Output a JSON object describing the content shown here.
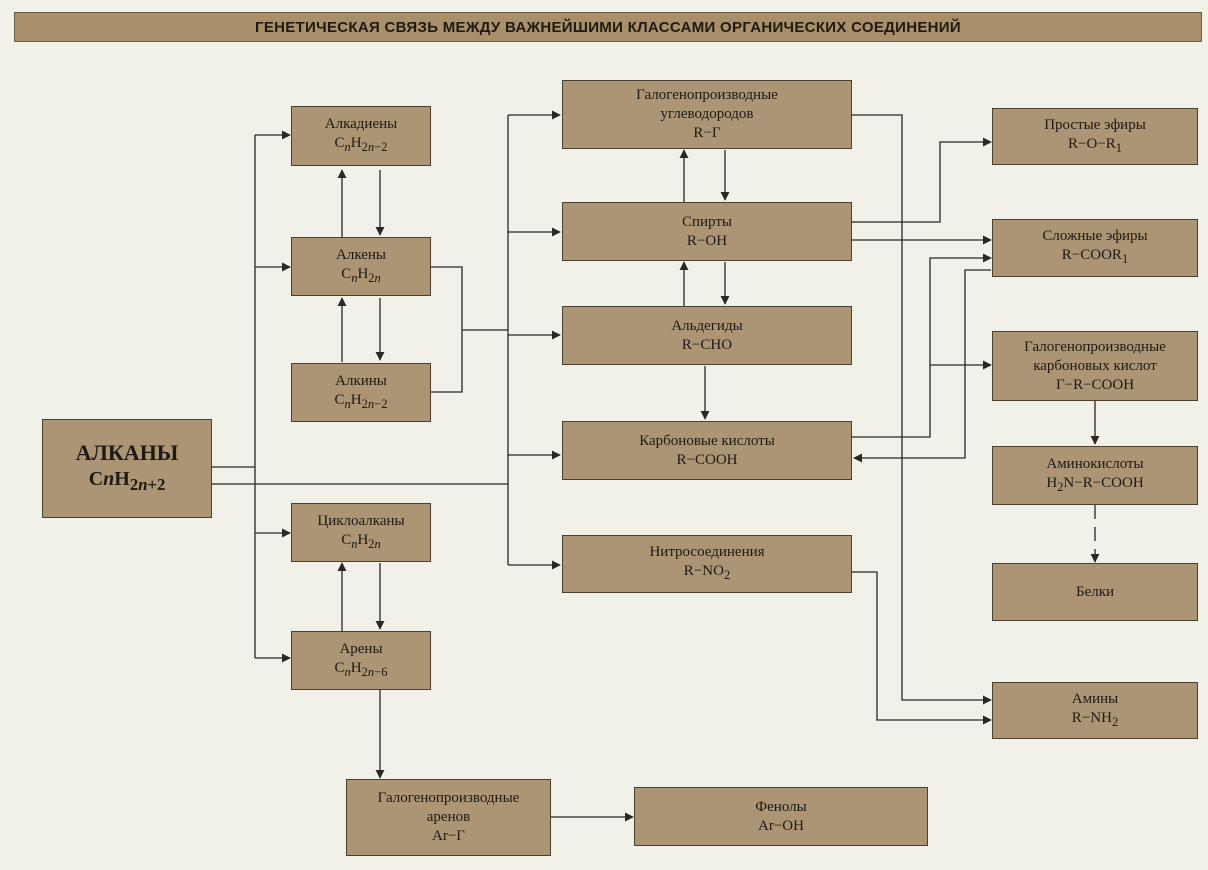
{
  "title": "ГЕНЕТИЧЕСКАЯ СВЯЗЬ МЕЖДУ ВАЖНЕЙШИМИ КЛАССАМИ ОРГАНИЧЕСКИХ СОЕДИНЕНИЙ",
  "colors": {
    "box_fill": "#ab9574",
    "title_fill": "#a98f6a",
    "line": "#2b2722",
    "background": "#f1f0e9"
  },
  "nodes": {
    "alkanes": {
      "name": "АЛКАНЫ",
      "formula": "C<i>n</i>H<sub>2<i>n</i>+2</sub>"
    },
    "alkadienes": {
      "name": "Алкадиены",
      "formula": "C<sub><i>n</i></sub>H<sub>2<i>n</i>−2</sub>"
    },
    "alkenes": {
      "name": "Алкены",
      "formula": "C<sub><i>n</i></sub>H<sub>2<i>n</i></sub>"
    },
    "alkynes": {
      "name": "Алкины",
      "formula": "C<sub><i>n</i></sub>H<sub>2<i>n</i>−2</sub>"
    },
    "cycloalkanes": {
      "name": "Циклоалканы",
      "formula": "C<sub><i>n</i></sub>H<sub>2<i>n</i></sub>"
    },
    "arenes": {
      "name": "Арены",
      "formula": "C<sub><i>n</i></sub>H<sub>2<i>n</i>−6</sub>"
    },
    "haloarenes": {
      "name": "Галогенопроизводные<br>аренов",
      "formula": "Ar−Г"
    },
    "phenols": {
      "name": "Фенолы",
      "formula": "Ar−OH"
    },
    "halohydrocarbons": {
      "name": "Галогенопроизводные<br>углеводородов",
      "formula": "R−Г"
    },
    "alcohols": {
      "name": "Спирты",
      "formula": "R−OH"
    },
    "aldehydes": {
      "name": "Альдегиды",
      "formula": "R−CHO"
    },
    "carboxylic": {
      "name": "Карбоновые кислоты",
      "formula": "R−COOH"
    },
    "nitro": {
      "name": "Нитросоединения",
      "formula": "R−NO<sub>2</sub>"
    },
    "ethers": {
      "name": "Простые эфиры",
      "formula": "R−O−R<sub>1</sub>"
    },
    "esters": {
      "name": "Сложные эфиры",
      "formula": "R−COOR<sub>1</sub>"
    },
    "haloacids": {
      "name": "Галогенопроизводные<br>карбоновых кислот",
      "formula": "Г−R−COOH"
    },
    "aminoacids": {
      "name": "Аминокислоты",
      "formula": "H<sub>2</sub>N−R−COOH"
    },
    "proteins": {
      "name": "Белки",
      "formula": ""
    },
    "amines": {
      "name": "Амины",
      "formula": "R−NH<sub>2</sub>"
    }
  }
}
